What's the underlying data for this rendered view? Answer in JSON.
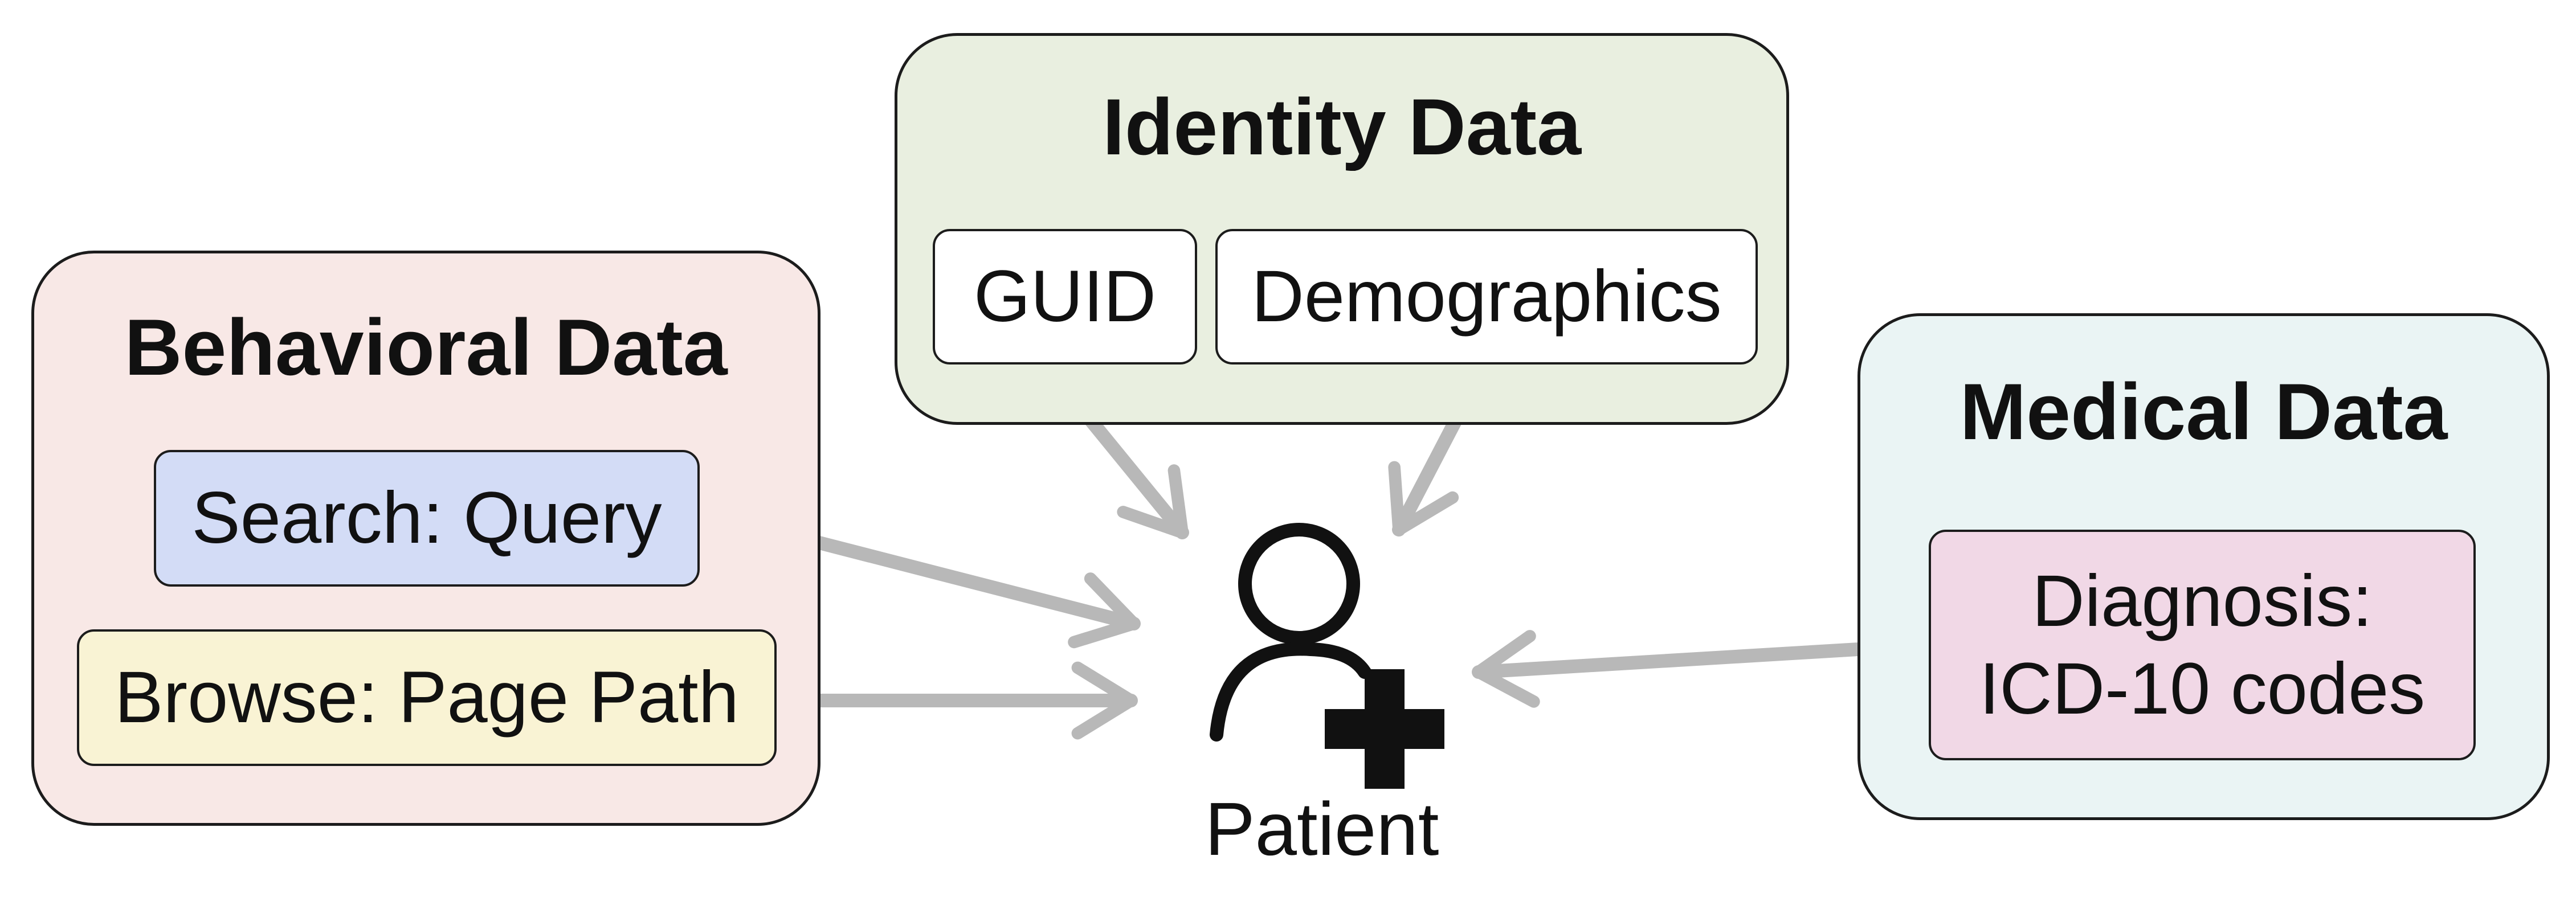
{
  "colors": {
    "identity_bg": "#e9efe0",
    "behavioral_bg": "#f8e8e6",
    "medical_bg": "#eaf4f4",
    "search_chip_bg": "#d3dcf6",
    "browse_chip_bg": "#f9f3d4",
    "diagnosis_chip_bg": "#f1d8e6",
    "identity_chip_bg": "#ffffff",
    "arrow": "#b8b8b8",
    "outline": "#1c1c1c"
  },
  "identity": {
    "title": "Identity Data",
    "items": [
      "GUID",
      "Demographics"
    ]
  },
  "behavioral": {
    "title": "Behavioral Data",
    "items": [
      "Search: Query",
      "Browse: Page Path"
    ]
  },
  "medical": {
    "title": "Medical Data",
    "items": [
      "Diagnosis:\nICD-10 codes"
    ]
  },
  "patient": {
    "label": "Patient",
    "icon": "patient-plus-icon"
  }
}
